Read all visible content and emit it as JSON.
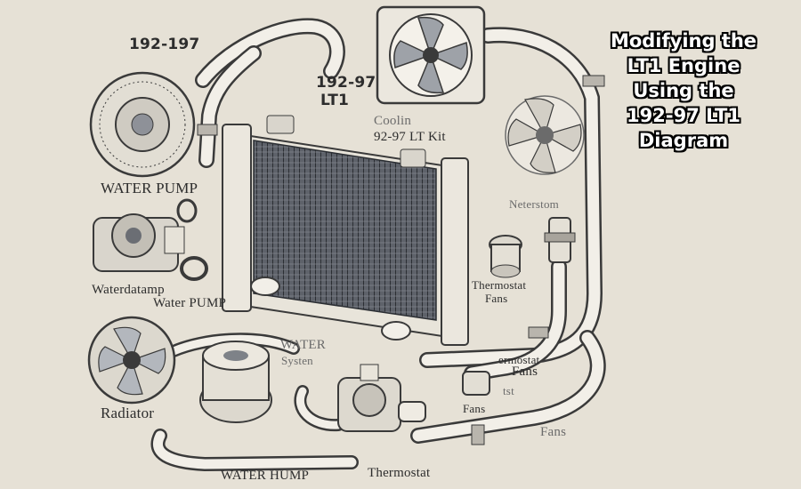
{
  "title_lines": [
    "Modifying the",
    "LT1 Engine",
    "Using the",
    "192-97 LT1",
    "Diagram"
  ],
  "labels": {
    "top_left_code": "192-197",
    "center_code": "192-97",
    "center_lt1": "LT1",
    "coolin": "Coolin",
    "kit": "92-97 LT Kit",
    "water_pump_1": "WATER PUMP",
    "heterstom": "Neterstom",
    "waterdatamp": "Waterdatamp",
    "water_pump_2": "Water PUMP",
    "thermostat_fans_1": "Thermostat",
    "thermostat_fans_1b": "Fans",
    "water_system_1": "WATER",
    "water_system_2": "Systen",
    "thermostat_fans_2": "ermostat",
    "thermostat_fans_2b": "Fans",
    "tst": "tst",
    "fans_small": "Fans",
    "radiator": "Radiator",
    "fans_right": "Fans",
    "water_hump": "WATER HUMP",
    "thermostat_bottom": "Thermostat"
  },
  "colors": {
    "background": "#e6e1d6",
    "line": "#3a3a3a",
    "pipe": "#f2efe8",
    "title_text": "#ffffff",
    "title_outline": "#000000"
  }
}
